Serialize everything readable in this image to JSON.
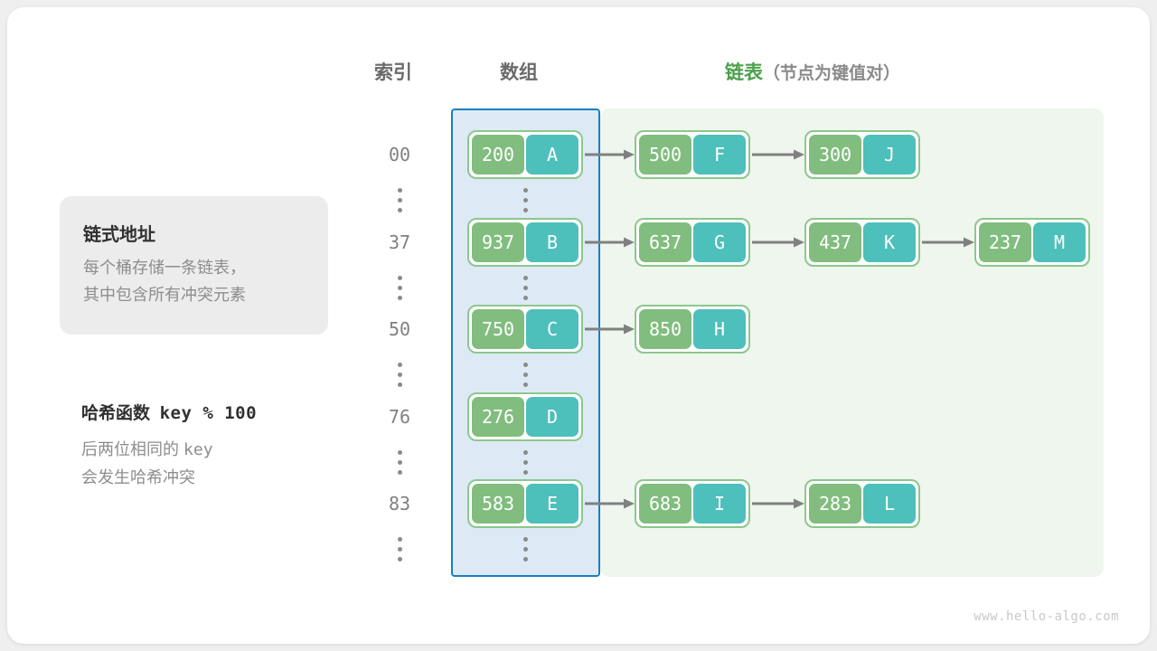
{
  "headers": {
    "index": "索引",
    "array": "数组",
    "list": "链表",
    "list_note": "（节点为键值对）"
  },
  "info_card": {
    "title": "链式地址",
    "line1": "每个桶存储一条链表，",
    "line2": "其中包含所有冲突元素"
  },
  "hash_note": {
    "title_label": "哈希函数",
    "title_expr": "key % 100",
    "line1_prefix": "后两位相同的",
    "line1_mono": "key",
    "line2": "会发生哈希冲突"
  },
  "colors": {
    "key_box": "#81bd7e",
    "value_box": "#4dc0bb",
    "node_border": "#8cc78c",
    "array_panel_bg": "#ddeaf6",
    "array_panel_border": "#1a7fc1",
    "list_panel_bg": "#eef6ee",
    "accent_green": "#4ba04b",
    "arrow": "#808080",
    "index_text": "#808080"
  },
  "buckets": [
    {
      "index": "00",
      "nodes": [
        {
          "key": "200",
          "value": "A"
        },
        {
          "key": "500",
          "value": "F"
        },
        {
          "key": "300",
          "value": "J"
        }
      ]
    },
    {
      "index": "37",
      "nodes": [
        {
          "key": "937",
          "value": "B"
        },
        {
          "key": "637",
          "value": "G"
        },
        {
          "key": "437",
          "value": "K"
        },
        {
          "key": "237",
          "value": "M"
        }
      ]
    },
    {
      "index": "50",
      "nodes": [
        {
          "key": "750",
          "value": "C"
        },
        {
          "key": "850",
          "value": "H"
        }
      ]
    },
    {
      "index": "76",
      "nodes": [
        {
          "key": "276",
          "value": "D"
        }
      ]
    },
    {
      "index": "83",
      "nodes": [
        {
          "key": "583",
          "value": "E"
        },
        {
          "key": "683",
          "value": "I"
        },
        {
          "key": "283",
          "value": "L"
        }
      ]
    }
  ],
  "footer": "www.hello-algo.com"
}
